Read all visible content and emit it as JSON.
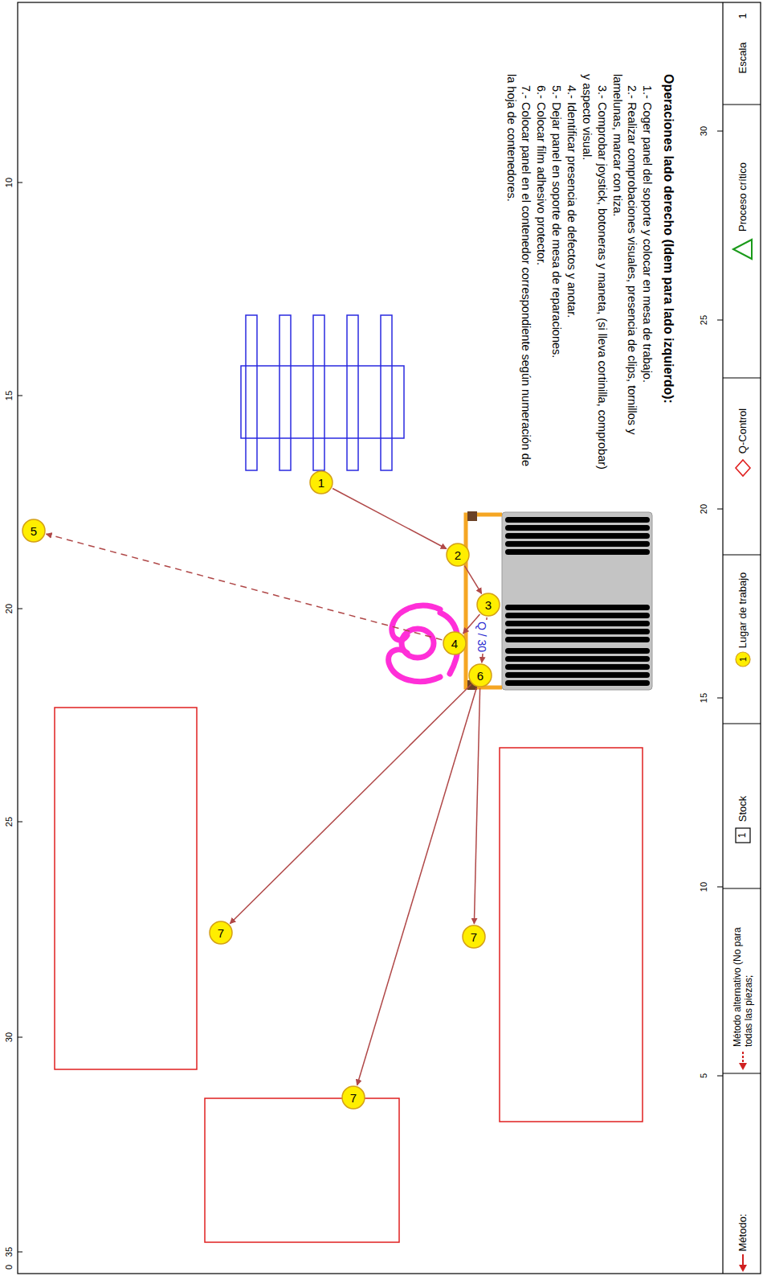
{
  "diagram": {
    "nodes": [
      {
        "text": [
          "1"
        ]
      },
      {
        "text": [
          "2"
        ]
      },
      {
        "text": [
          "3"
        ]
      },
      {
        "text": [
          "4"
        ]
      },
      {
        "text": [
          "5"
        ]
      },
      {
        "text": [
          "6"
        ]
      },
      {
        "text": [
          "7"
        ]
      },
      {
        "text": [
          "7"
        ]
      },
      {
        "text": [
          "7"
        ]
      }
    ],
    "edges": [
      {
        "from": 0,
        "to": 1,
        "arrow": "to"
      },
      {
        "from": 1,
        "to": 2,
        "arrow": "to"
      },
      {
        "from": 2,
        "to": 3,
        "arrow": "to"
      },
      {
        "from": 2,
        "to": 5,
        "arrow": "to"
      },
      {
        "from": 3,
        "to": 4,
        "arrow": "to"
      },
      {
        "from": 5,
        "to": 6,
        "arrow": "to"
      },
      {
        "from": 5,
        "to": 7,
        "arrow": "to"
      },
      {
        "from": 5,
        "to": 8,
        "arrow": "to"
      }
    ],
    "labels": [
      "Operaciones lado derecho (Idem para lado izquierdo):",
      "1.- Coger panel del soporte y colocar en mesa de trabajo.",
      "2.- Realizar comprobaciones visuales, presencia de clips, tornillos y lamelunas, marcar con tiza.",
      "3.- Comprobar joystick, botoneras y maneta, (si lleva cortinilla, comprobar) y aspecto visual.",
      "4.- Identificar presencia de defectos y anotar.",
      "5.- Dejar panel en soporte de mesa de reparaciones.",
      "6.- Colocar film adhesivo protector.",
      "7.- Colocar panel en el contenedor correspondiente según numeración de la hoja de contenedores.",
      "Q / 30",
      "35",
      "30",
      "25",
      "20",
      "15",
      "10",
      "0",
      "5",
      "10",
      "15",
      "20",
      "25",
      "30",
      "1",
      "1",
      "Escala",
      "1"
    ],
    "legend": [
      {
        "text": "Método:"
      },
      {
        "text": "Método alternativo (No para todas las piezas;"
      },
      {
        "text": "Stock"
      },
      {
        "text": "Lugar de trabajo"
      },
      {
        "text": "Q-Control"
      },
      {
        "text": "Proceso crítico"
      }
    ]
  }
}
